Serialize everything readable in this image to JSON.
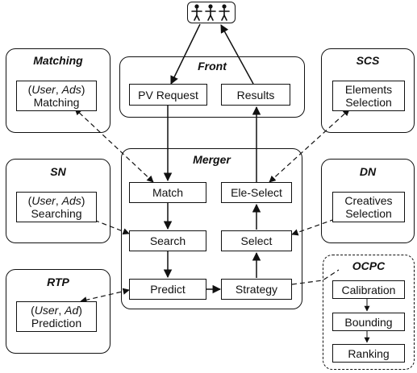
{
  "panels": {
    "matching": "Matching",
    "front": "Front",
    "scs": "SCS",
    "sn": "SN",
    "merger": "Merger",
    "dn": "DN",
    "rtp": "RTP",
    "ocpc": "OCPC"
  },
  "nodes": {
    "user_ads_matching": {
      "open": "(",
      "user": "User",
      "sep": ", ",
      "ads": "Ads",
      "close": ")",
      "line2": "Matching"
    },
    "pv_request": "PV Request",
    "results": "Results",
    "elements_selection": {
      "line1": "Elements",
      "line2": "Selection"
    },
    "user_ads_searching": {
      "open": "(",
      "user": "User",
      "sep": ", ",
      "ads": "Ads",
      "close": ")",
      "line2": "Searching"
    },
    "match": "Match",
    "ele_select": "Ele-Select",
    "creatives_selection": {
      "line1": "Creatives",
      "line2": "Selection"
    },
    "search": "Search",
    "select": "Select",
    "predict": "Predict",
    "strategy": "Strategy",
    "user_ad_prediction": {
      "open": "(",
      "user": "User",
      "sep": ", ",
      "ad": "Ad",
      "close": ")",
      "line2": "Prediction"
    },
    "calibration": "Calibration",
    "bounding": "Bounding",
    "ranking": "Ranking"
  },
  "icons": {
    "users": "users-group-icon"
  }
}
